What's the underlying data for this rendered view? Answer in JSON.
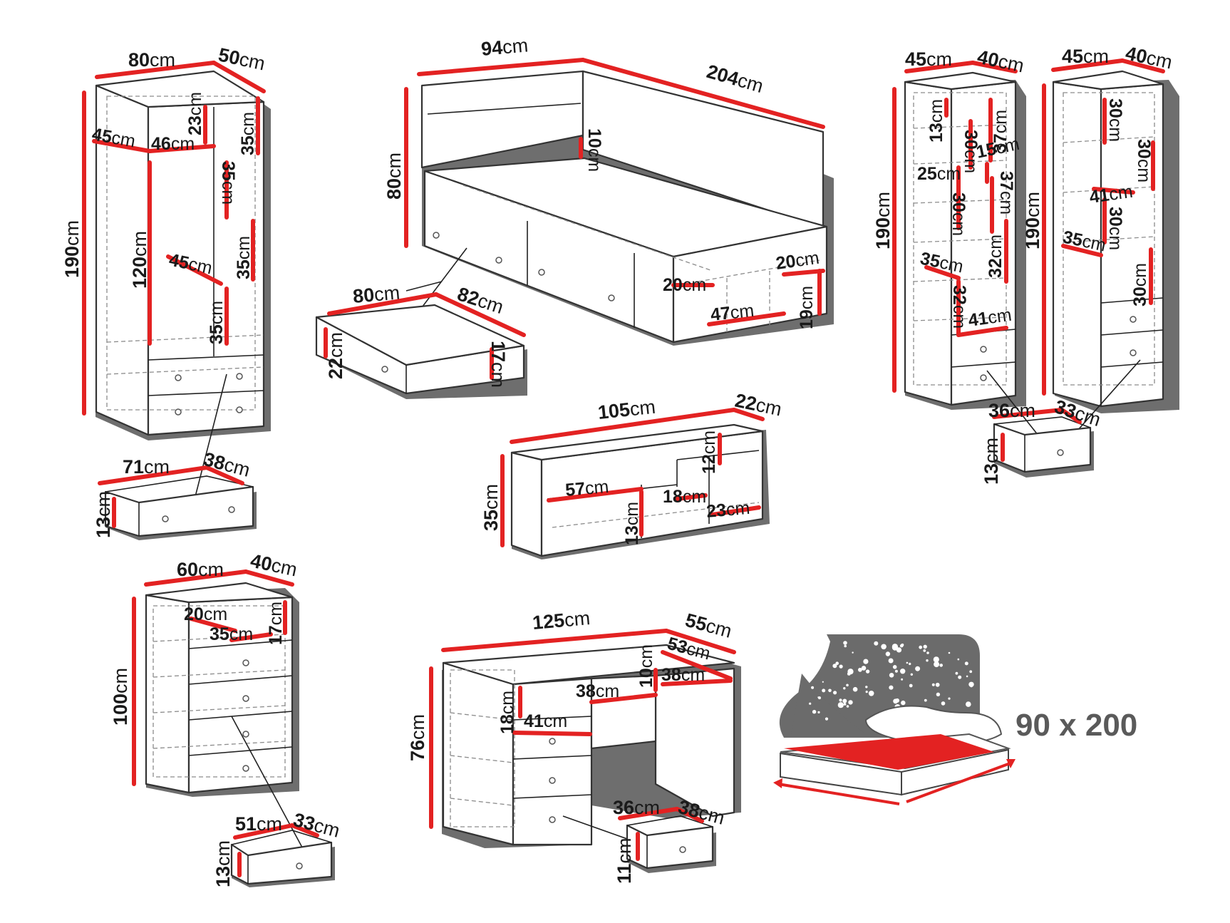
{
  "unit": "cm",
  "wardrobe": {
    "width": "80",
    "depth": "50",
    "height": "190",
    "shelf_top": "23",
    "inner_depth": "45",
    "left_width": "46",
    "right_shelves": [
      "35",
      "35",
      "35",
      "35"
    ],
    "hang_height": "120",
    "hang_depth": "45"
  },
  "wardrobe_drawer": {
    "width": "71",
    "depth": "38",
    "height": "13"
  },
  "bed": {
    "width": "94",
    "length": "204",
    "headboard": "80",
    "headboard_depth": "10",
    "shelf_depth_left": "20",
    "shelf_depth_right": "20",
    "shelf_width": "47",
    "shelf_height": "19"
  },
  "bed_drawer": {
    "width": "80",
    "depth": "82",
    "outer_height": "22",
    "inner_height": "17"
  },
  "bookcase_a": {
    "width": "45",
    "depth": "40",
    "height": "190",
    "compartments": [
      "13",
      "37",
      "30",
      "15",
      "25",
      "37",
      "30",
      "32",
      "35",
      "32",
      "41"
    ]
  },
  "bookcase_b": {
    "width": "45",
    "depth": "40",
    "height": "190",
    "compartments": [
      "30",
      "30",
      "41",
      "30",
      "35",
      "30"
    ]
  },
  "bookcase_drawer": {
    "width": "36",
    "depth": "33",
    "height": "13"
  },
  "wall_shelf": {
    "width": "105",
    "depth": "22",
    "height": "35",
    "compartments": [
      "12",
      "57",
      "18",
      "23",
      "13"
    ]
  },
  "dresser": {
    "width": "60",
    "depth": "40",
    "height": "100",
    "top_width": "20",
    "top_depth": "35",
    "top_height": "17"
  },
  "dresser_drawer": {
    "width": "51",
    "depth": "33",
    "height": "13"
  },
  "desk": {
    "width": "125",
    "depth": "55",
    "height": "76",
    "drawer_height": "18",
    "drawer_width": "41",
    "inner_width": "38",
    "compartment_height": "10",
    "inner_depth": "53",
    "shelf_width": "38"
  },
  "desk_drawer": {
    "width": "36",
    "depth": "38",
    "height": "11"
  },
  "mattress": {
    "size": "90 x 200"
  },
  "colors": {
    "measure": "#e32222",
    "outline": "#333333",
    "shadow": "#6e6e6e",
    "headboard": "#6b6b6b"
  }
}
